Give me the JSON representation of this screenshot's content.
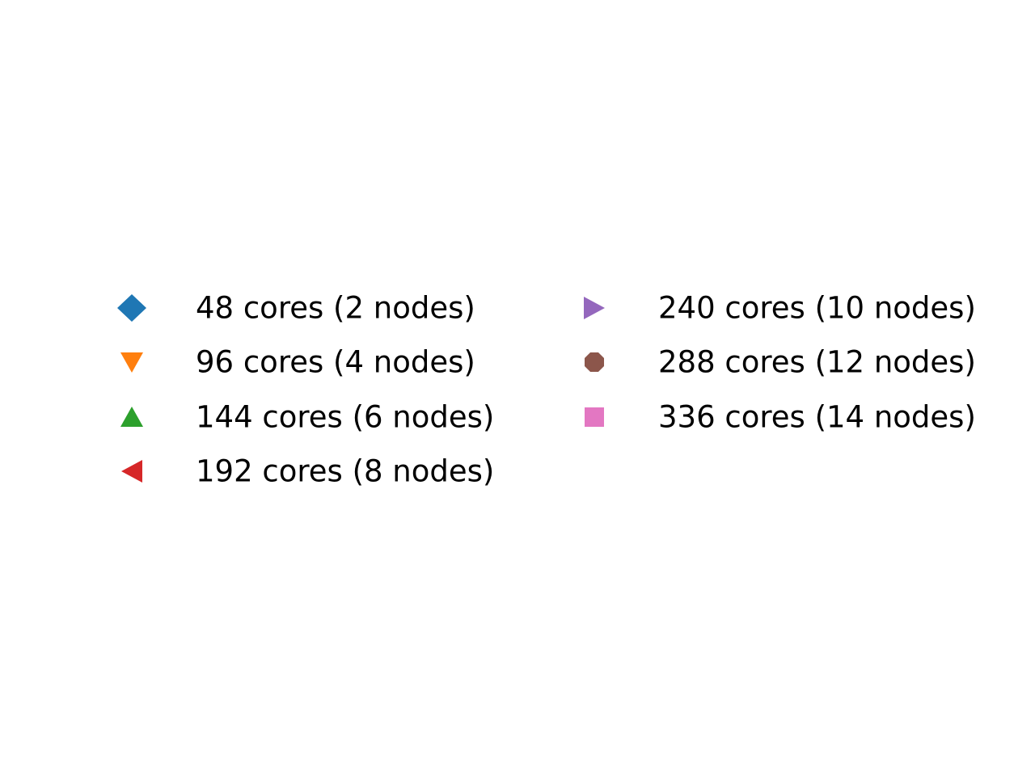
{
  "chart_data": {
    "type": "scatter",
    "legend": {
      "placement": "center",
      "columns": 2,
      "entries": [
        {
          "label": "48 cores (2 nodes)",
          "marker": "diamond",
          "color": "#1f77b4"
        },
        {
          "label": "96 cores (4 nodes)",
          "marker": "triangle-down",
          "color": "#ff7f0e"
        },
        {
          "label": "144 cores (6 nodes)",
          "marker": "triangle-up",
          "color": "#2ca02c"
        },
        {
          "label": "192 cores (8 nodes)",
          "marker": "triangle-left",
          "color": "#d62728"
        },
        {
          "label": "240 cores (10 nodes)",
          "marker": "triangle-right",
          "color": "#9467bd"
        },
        {
          "label": "288 cores (12 nodes)",
          "marker": "octagon",
          "color": "#8c564b"
        },
        {
          "label": "336 cores (14 nodes)",
          "marker": "square",
          "color": "#e377c2"
        }
      ]
    }
  }
}
